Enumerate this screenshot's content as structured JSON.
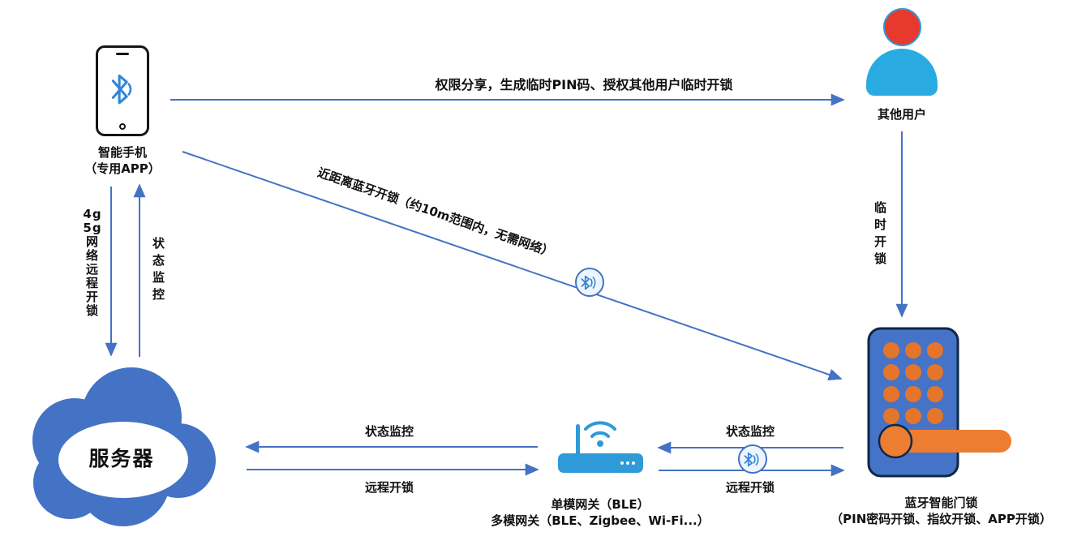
{
  "diagram": {
    "nodes": {
      "phone": {
        "label": "智能手机\n（专用APP）"
      },
      "other_user": {
        "label": "其他用户"
      },
      "server": {
        "label": "服务器"
      },
      "gateway": {
        "label": "单模网关（BLE）\n多模网关（BLE、Zigbee、Wi-Fi...）"
      },
      "lock": {
        "label": "蓝牙智能门锁\n（PIN密码开锁、指纹开锁、APP开锁）"
      }
    },
    "edges": {
      "permission_share": {
        "label": "权限分享，生成临时PIN码、授权其他用户临时开锁"
      },
      "temporary_unlock": {
        "label": "临\n时\n开\n锁"
      },
      "ble_proximity_unlock": {
        "label": "近距离蓝牙开锁（约10m范围内，无需网络）"
      },
      "network_remote_unlock": {
        "label": "4g\n5g\n网\n络\n远\n程\n开\n锁"
      },
      "phone_status_monitor": {
        "label": "状\n态\n监\n控"
      },
      "server_gateway_status": {
        "label": "状态监控"
      },
      "server_gateway_unlock": {
        "label": "远程开锁"
      },
      "gateway_lock_status": {
        "label": "状态监控"
      },
      "gateway_lock_unlock": {
        "label": "远程开锁"
      }
    },
    "icons": {
      "phone": "smartphone-bluetooth-icon",
      "other_user": "person-icon",
      "server": "cloud-icon",
      "gateway": "wifi-router-icon",
      "lock": "keypad-door-lock-icon",
      "bluetooth_badge": "bluetooth-signal-icon"
    },
    "colors": {
      "arrow": "#4472C4",
      "cloud": "#4472C4",
      "person_head": "#E8392E",
      "person_body": "#29ABE2",
      "gateway": "#2E9AD8",
      "lock_body": "#4573C7",
      "lock_accent": "#ED7D31",
      "bluetooth": "#2E86D8",
      "text": "#111111"
    }
  }
}
